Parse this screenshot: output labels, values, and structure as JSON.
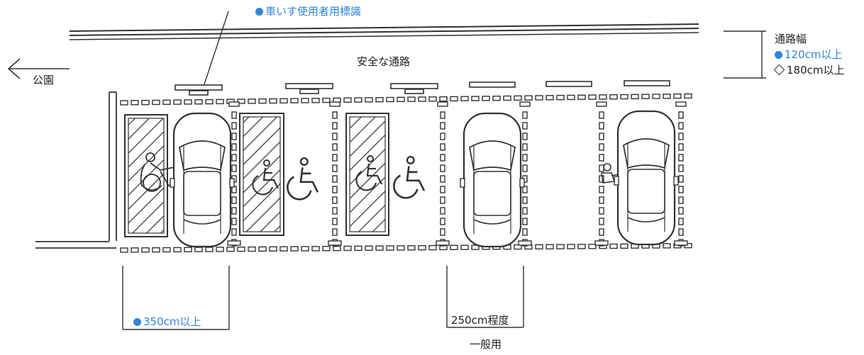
{
  "labels": {
    "sign": "車いす使用者用標識",
    "safe_path": "安全な通路",
    "park": "公園",
    "path_width_title": "通路幅",
    "path_width_min_blue": "120cm以上",
    "path_width_min_diamond": "180cm以上",
    "accessible_width": "350cm以上",
    "general_width": "250cm程度",
    "general_use": "一般用"
  },
  "colors": {
    "accent_blue": "#2f86d6",
    "line": "#333333",
    "hatch": "#555555"
  },
  "icons": [
    "wheelchair-symbol-icon",
    "arrow-left-icon",
    "car-top-view-icon",
    "person-in-wheelchair-icon"
  ]
}
